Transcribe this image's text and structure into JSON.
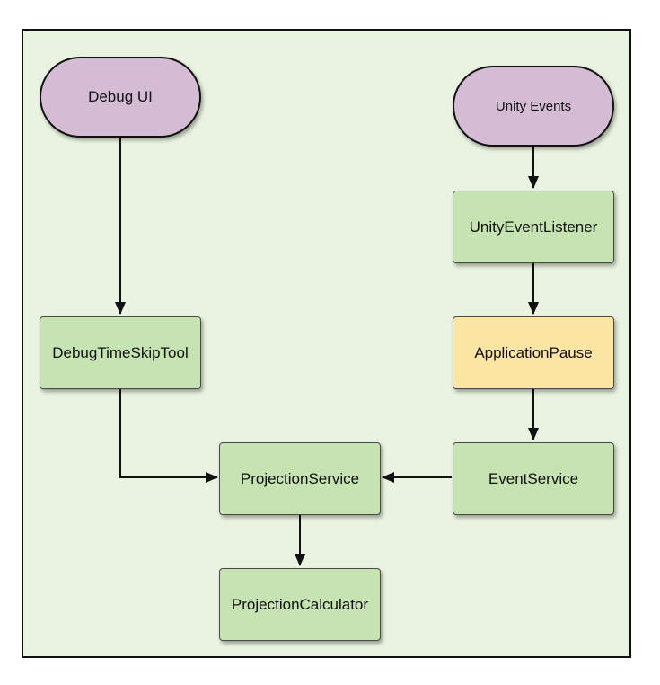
{
  "colors": {
    "background": "#eaf3e1",
    "process_fill": "#c6e3b2",
    "highlight_fill": "#fde6a3",
    "terminal_fill": "#d5bcd5",
    "edge": "#111111"
  },
  "nodes": {
    "debug_ui": {
      "label": "Debug UI",
      "shape": "terminal"
    },
    "unity_events": {
      "label": "Unity Events",
      "shape": "terminal"
    },
    "unity_event_listener": {
      "label": "UnityEventListener",
      "shape": "process"
    },
    "application_pause": {
      "label": "ApplicationPause",
      "shape": "process-highlight"
    },
    "debug_time_skip_tool": {
      "label": "DebugTimeSkipTool",
      "shape": "process"
    },
    "projection_service": {
      "label": "ProjectionService",
      "shape": "process"
    },
    "event_service": {
      "label": "EventService",
      "shape": "process"
    },
    "projection_calculator": {
      "label": "ProjectionCalculator",
      "shape": "process"
    }
  },
  "edges": [
    {
      "from": "debug_ui",
      "to": "debug_time_skip_tool"
    },
    {
      "from": "unity_events",
      "to": "unity_event_listener"
    },
    {
      "from": "unity_event_listener",
      "to": "application_pause"
    },
    {
      "from": "application_pause",
      "to": "event_service"
    },
    {
      "from": "debug_time_skip_tool",
      "to": "projection_service"
    },
    {
      "from": "event_service",
      "to": "projection_service"
    },
    {
      "from": "projection_service",
      "to": "projection_calculator"
    }
  ]
}
